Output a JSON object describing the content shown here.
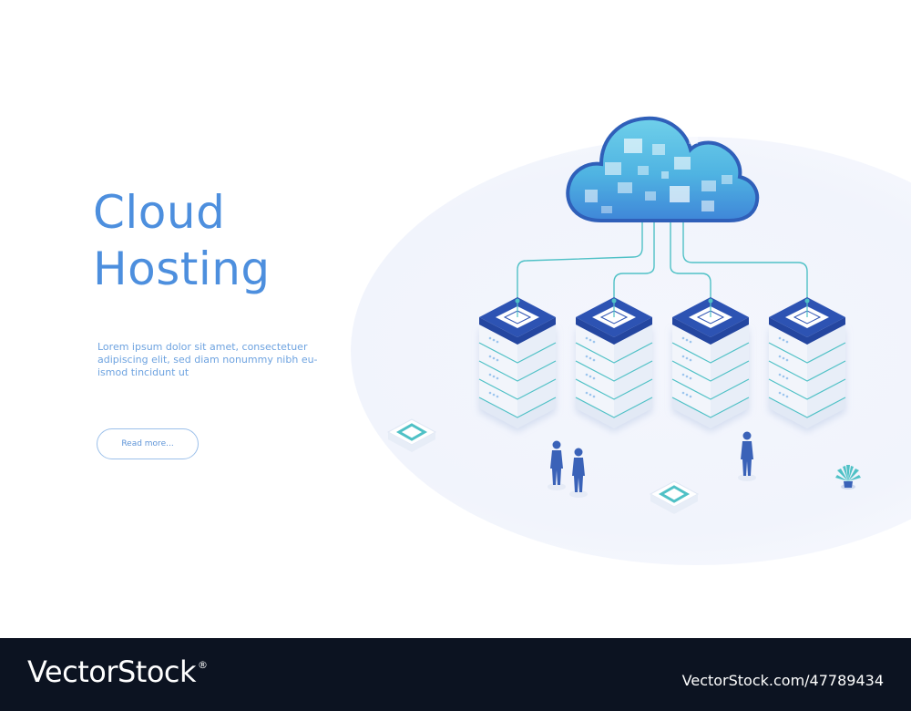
{
  "hero": {
    "title_line1": "Cloud",
    "title_line2": "Hosting",
    "description": "Lorem ipsum dolor sit amet, consectetuer adipiscing elit, sed diam nonummy nibh eu- ismod tincidunt ut",
    "button_label": "Read more..."
  },
  "illustration": {
    "icons": [
      "cloud-icon",
      "server-rack-icon",
      "person-icon",
      "plant-icon",
      "chip-tile-icon"
    ],
    "server_count": 4,
    "people_count": 3
  },
  "footer": {
    "brand": "VectorStock",
    "registered": "®",
    "image_id": "VectorStock.com/47789434"
  },
  "colors": {
    "accent": "#4d8fde",
    "cloud": "#5ec2e0",
    "server_top": "#2f57b7",
    "wire": "#4fc1c6",
    "footer_bg": "#0c1321"
  }
}
